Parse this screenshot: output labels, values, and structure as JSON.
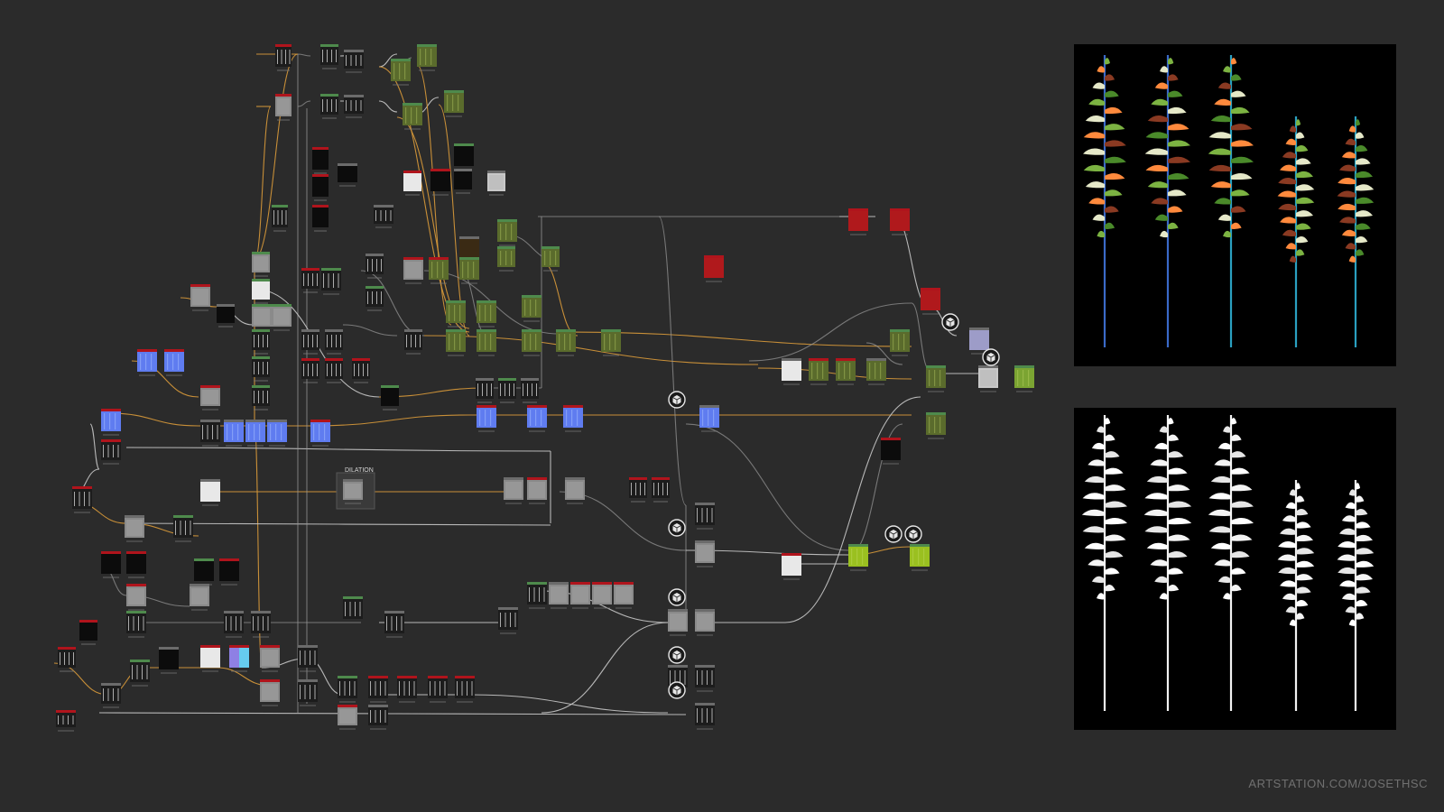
{
  "graph": {
    "frame_title": "DILATION",
    "colors": {
      "background": "#2b2b2b",
      "wire_orange": "#d99a3a",
      "wire_grey": "#9a9a9a",
      "wire_white": "#c8c8c8",
      "header_red": "#b0141c",
      "header_green": "#4e8a4c",
      "header_grey": "#6b6b6b",
      "thumb_olive": "#5a6b2c",
      "thumb_blue": "#5f7cf0",
      "thumb_red": "#b0191c"
    },
    "icons": {
      "output": "cube-output-icon",
      "pin": "pin-icon"
    }
  },
  "previews": {
    "color": {
      "name": "color-preview",
      "palette": [
        "#7cb342",
        "#ff8a3d",
        "#8a3a22",
        "#e5e8c8",
        "#4a8a2a",
        "#3a6ac8",
        "#2aa0c0"
      ]
    },
    "mask": {
      "name": "mask-preview",
      "palette": [
        "#ffffff",
        "#e0e0e0"
      ]
    }
  },
  "watermark": "ARTSTATION.COM/JOSETHSC"
}
